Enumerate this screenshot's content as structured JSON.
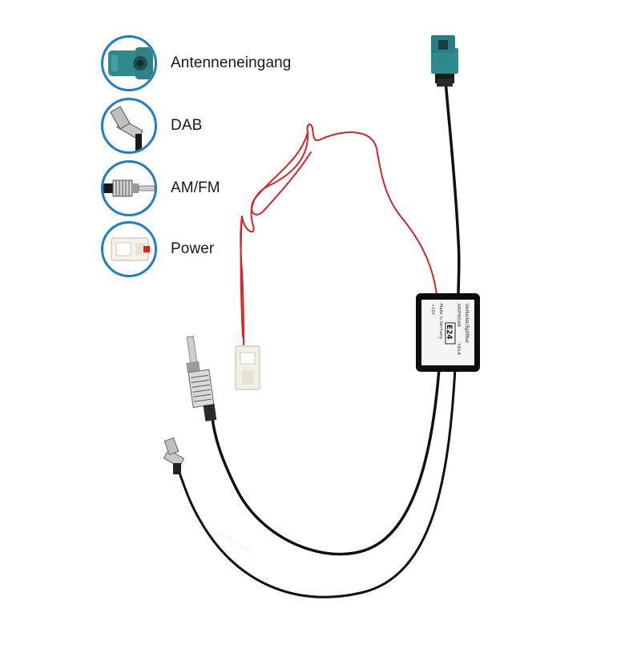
{
  "legend": {
    "items": [
      {
        "label": "Antenneneingang",
        "icon": "fakra-connector-icon"
      },
      {
        "label": "DAB",
        "icon": "smb-angled-connector-icon"
      },
      {
        "label": "AM/FM",
        "icon": "din-plug-icon"
      },
      {
        "label": "Power",
        "icon": "power-connector-icon"
      }
    ]
  },
  "splitter_box": {
    "line1": "Verteiler/Splitter",
    "line2": "AM/FM/DAB",
    "line3": "HDLA",
    "badge": "E24",
    "line4": "Made in Germany",
    "line5": "+12V"
  },
  "cable_print": "ZCO-FAKRA-DAB",
  "colors": {
    "circle_border": "#1f7fc0",
    "fakra_teal": "#2f8a8e",
    "power_wire": "#d9232a",
    "cable_black": "#111111"
  }
}
